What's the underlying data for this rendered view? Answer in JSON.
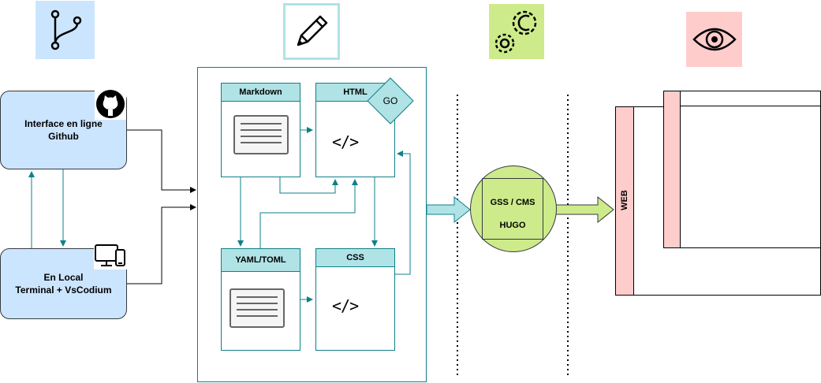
{
  "sources": {
    "online": "Interface en ligne\nGithub",
    "local": "En Local\nTerminal + VsCodium"
  },
  "files": {
    "markdown": "Markdown",
    "html": "HTML",
    "go": "GO",
    "yaml": "YAML/TOML",
    "css": "CSS"
  },
  "generator": {
    "line1": "GSS / CMS",
    "line2": "HUGO"
  },
  "output": {
    "web": "WEB"
  },
  "colors": {
    "branch_tile": "#cce5ff",
    "pencil_tile_border": "#b0e3e6",
    "gears_tile": "#cdeb8b",
    "eye_tile": "#ffcccc",
    "teal": "#0e8088"
  },
  "icons": [
    "git-branch-icon",
    "pencil-icon",
    "gears-icon",
    "eye-icon",
    "github-icon",
    "computer-devices-icon",
    "document-icon",
    "code-icon"
  ]
}
